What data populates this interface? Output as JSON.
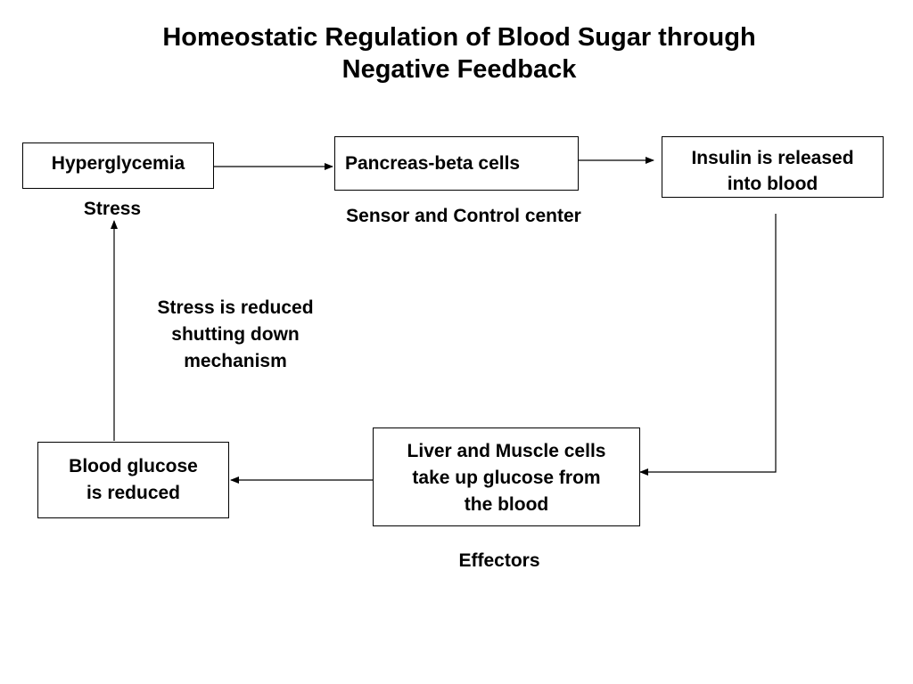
{
  "title": {
    "line1": "Homeostatic Regulation of Blood Sugar through",
    "line2": "Negative Feedback"
  },
  "nodes": {
    "hyperglycemia": "Hyperglycemia",
    "pancreas": "Pancreas-beta cells",
    "insulin": {
      "line1": "Insulin is released",
      "line2": "into blood"
    },
    "liver_muscle": {
      "line1": "Liver and Muscle cells",
      "line2": "take up glucose from",
      "line3": "the blood"
    },
    "blood_glucose": {
      "line1": "Blood glucose",
      "line2": "is reduced"
    }
  },
  "labels": {
    "stress": "Stress",
    "sensor": "Sensor and Control center",
    "effectors": "Effectors",
    "feedback": {
      "line1": "Stress is reduced",
      "line2": "shutting down",
      "line3": "mechanism"
    }
  },
  "colors": {
    "line": "#000000",
    "background": "#ffffff",
    "text": "#000000"
  }
}
